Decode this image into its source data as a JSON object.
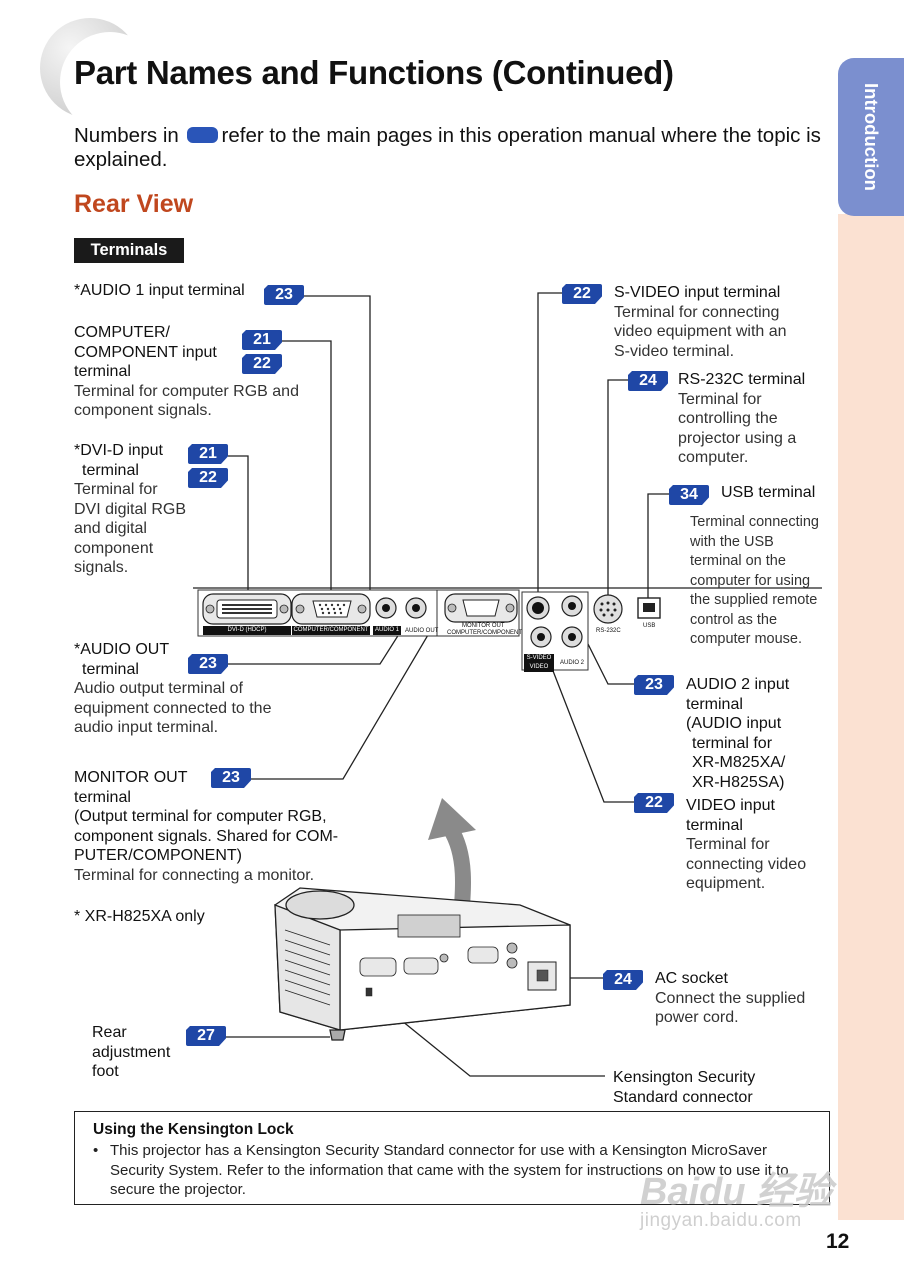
{
  "page": {
    "title": "Part Names and Functions (Continued)",
    "intro_before": "Numbers in",
    "intro_after": "refer to the main pages in this operation manual where the topic is explained.",
    "section": "Rear View",
    "subsection": "Terminals",
    "side_tab": "Introduction",
    "page_number": "12",
    "footnote": "* XR-H825XA only"
  },
  "labels": {
    "audio1": {
      "name": "*AUDIO 1 input terminal",
      "pages": [
        "23"
      ]
    },
    "computer": {
      "name1": "COMPUTER/",
      "name2": "COMPONENT input",
      "name3": "terminal",
      "desc": "Terminal for computer RGB and component signals.",
      "pages": [
        "21",
        "22"
      ]
    },
    "dvid": {
      "name1": "*DVI-D input",
      "name2": "terminal",
      "desc1": "Terminal for",
      "desc2": "DVI digital RGB",
      "desc3": "and digital",
      "desc4": "component",
      "desc5": "signals.",
      "pages": [
        "21",
        "22"
      ]
    },
    "audio_out": {
      "name1": "*AUDIO OUT",
      "name2": "terminal",
      "desc": "Audio output terminal of equipment connected to the audio input terminal.",
      "pages": [
        "23"
      ]
    },
    "monitor_out": {
      "name1": "MONITOR OUT",
      "name2": "terminal",
      "bold1": "(Output terminal for computer RGB,",
      "bold2": "component signals. Shared for COM-",
      "bold3": "PUTER/COMPONENT)",
      "desc": "Terminal for connecting a monitor.",
      "pages": [
        "23"
      ]
    },
    "svideo": {
      "name": "S-VIDEO input terminal",
      "desc1": "Terminal for connecting",
      "desc2": "video equipment with an",
      "desc3": "S-video terminal.",
      "pages": [
        "22"
      ]
    },
    "rs232c": {
      "name": "RS-232C terminal",
      "desc1": "Terminal for",
      "desc2": "controlling the",
      "desc3": "projector using a",
      "desc4": "computer.",
      "pages": [
        "24"
      ]
    },
    "usb": {
      "name": "USB terminal",
      "desc1": "Terminal connecting",
      "desc2": "with the USB",
      "desc3": "terminal on the",
      "desc4": "computer for using",
      "desc5": "the supplied remote",
      "desc6": "control as the",
      "desc7": "computer mouse.",
      "pages": [
        "34"
      ]
    },
    "audio2": {
      "name1": "AUDIO 2 input",
      "name2": "terminal",
      "name3": "(AUDIO input",
      "name4": "terminal for",
      "name5": "XR-M825XA/",
      "name6": "XR-H825SA)",
      "pages": [
        "23"
      ]
    },
    "video": {
      "name1": "VIDEO input",
      "name2": "terminal",
      "desc1": "Terminal for",
      "desc2": "connecting video",
      "desc3": "equipment.",
      "pages": [
        "22"
      ]
    },
    "ac": {
      "name": "AC socket",
      "desc1": "Connect the supplied",
      "desc2": "power cord.",
      "pages": [
        "24"
      ]
    },
    "foot": {
      "name1": "Rear",
      "name2": "adjustment",
      "name3": "foot",
      "pages": [
        "27"
      ]
    },
    "kensington": {
      "name1": "Kensington Security",
      "name2": "Standard connector"
    }
  },
  "panel": {
    "dvi": "DVI-D (HDCP)",
    "computer": "COMPUTER/COMPONENT",
    "audio1": "AUDIO 1",
    "audio_out": "AUDIO OUT",
    "monitor_out1": "MONITOR OUT",
    "monitor_out2": "COMPUTER/COMPONENT",
    "rs232c": "RS-232C",
    "usb": "USB",
    "svideo": "S-VIDEO",
    "video": "VIDEO",
    "audio2": "AUDIO 2"
  },
  "lock_box": {
    "title": "Using the Kensington Lock",
    "bullet": "•",
    "text": "This projector has a Kensington Security Standard connector for use with a Kensington MicroSaver Security System. Refer to the information that came with the system for instructions on how to use it to secure the projector."
  },
  "watermark": {
    "logo": "Baidu 经验",
    "url": "jingyan.baidu.com"
  }
}
